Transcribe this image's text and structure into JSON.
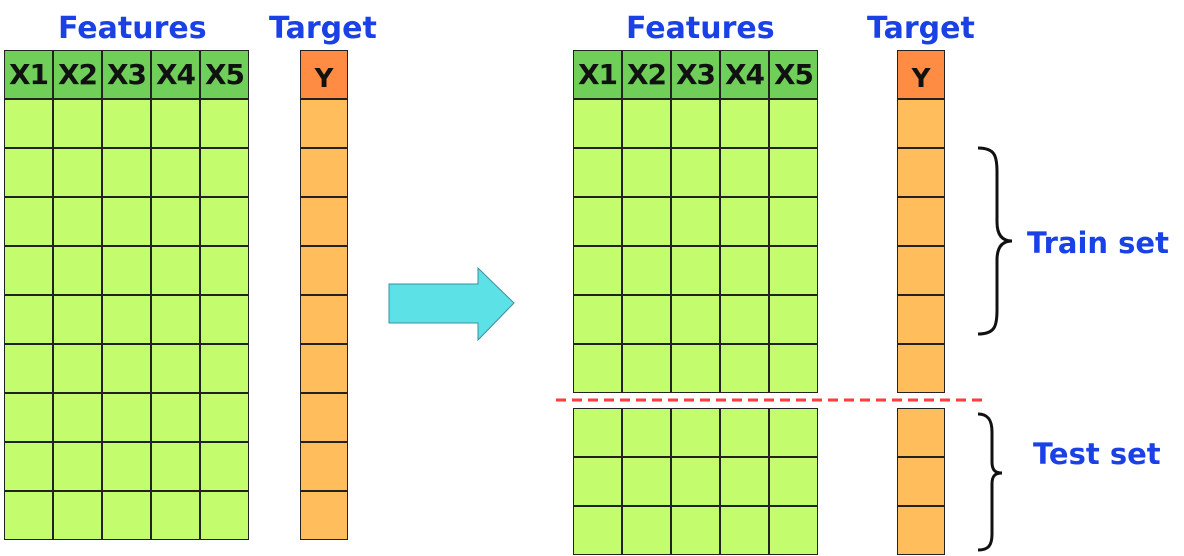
{
  "left_table": {
    "features_title": "Features",
    "target_title": "Target",
    "feature_headers": [
      "X1",
      "X2",
      "X3",
      "X4",
      "X5"
    ],
    "target_header": "Y",
    "row_count": 9
  },
  "right_table": {
    "features_title": "Features",
    "target_title": "Target",
    "feature_headers": [
      "X1",
      "X2",
      "X3",
      "X4",
      "X5"
    ],
    "target_header": "Y",
    "train_row_count": 6,
    "test_row_count": 3
  },
  "labels": {
    "train_set": "Train set",
    "test_set": "Test set"
  },
  "colors": {
    "feature_header": "#6fcf59",
    "feature_cell": "#c3fd6d",
    "target_header": "#ff8c42",
    "target_cell": "#ffbd5b",
    "title_text": "#1a41e6",
    "arrow_fill": "#5ce1e6",
    "split_line": "#ff3b3b"
  }
}
